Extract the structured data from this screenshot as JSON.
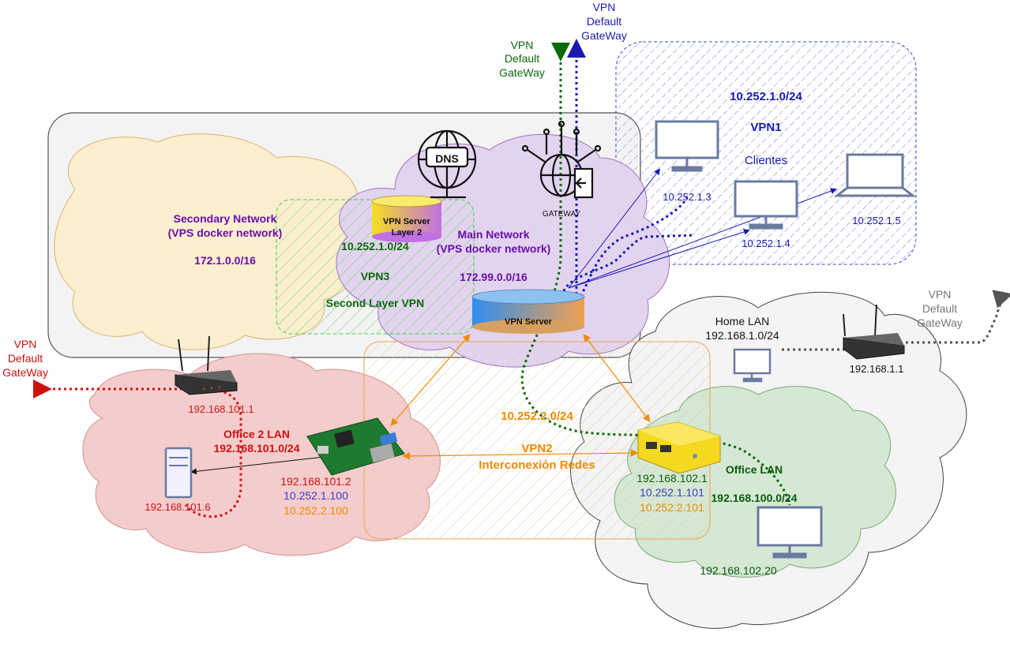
{
  "colors": {
    "vpn1": "#1a1ab0",
    "vpn2": "#f08a00",
    "vpn3": "#0a8a0a",
    "purple": "#6a0dad",
    "red": "#e01010",
    "office_green": "#0a5a0a",
    "grey": "#555555",
    "text_dark": "#111111"
  },
  "gateways": {
    "green_top": [
      "VPN",
      "Default",
      "GateWay"
    ],
    "blue_top": [
      "VPN",
      "Default",
      "GateWay"
    ],
    "red_left": [
      "VPN",
      "Default",
      "GateWay"
    ],
    "grey_right": [
      "VPN",
      "Default",
      "GateWay"
    ]
  },
  "vpn1": {
    "subnet": "10.252.1.0/24",
    "name": "VPN1",
    "subtitle": "Clientes",
    "client_1": "10.252.1.3",
    "client_2": "10.252.1.4",
    "client_3": "10.252.1.5"
  },
  "secondary": {
    "title_line1": "Secondary Network",
    "title_line2": "(VPS docker network)",
    "subnet": "172.1.0.0/16"
  },
  "vpn3": {
    "server_line1": "VPN Server",
    "server_line2": "Layer 2",
    "subnet": "10.252.1.0/24",
    "name": "VPN3",
    "desc": "Second Layer VPN"
  },
  "main": {
    "title_line1": "Main Network",
    "title_line2": "(VPS docker network)",
    "subnet": "172.99.0.0/16",
    "server": "VPN Server"
  },
  "icons": {
    "dns": "DNS",
    "gateway": "GATEWAY"
  },
  "vpn2": {
    "subnet": "10.252.2.0/24",
    "name": "VPN2",
    "desc": "Interconexión Redes"
  },
  "office2": {
    "router_ip": "192.168.101.1",
    "title": "Office 2 LAN",
    "subnet": "192.168.101.0/24",
    "host_ip": "192.168.101.6",
    "pi_ip1": "192.168.101.2",
    "pi_ip2": "10.252.1.100",
    "pi_ip3": "10.252.2.100"
  },
  "home": {
    "title": "Home LAN",
    "subnet": "192.168.1.0/24",
    "router_ip": "192.168.1.1"
  },
  "office": {
    "title": "Office LAN",
    "subnet": "192.168.100.0/24",
    "gl_ip1": "192.168.102.1",
    "gl_ip2": "10.252.1.101",
    "gl_ip3": "10.252.2.101",
    "host_ip": "192.168.102.20"
  }
}
